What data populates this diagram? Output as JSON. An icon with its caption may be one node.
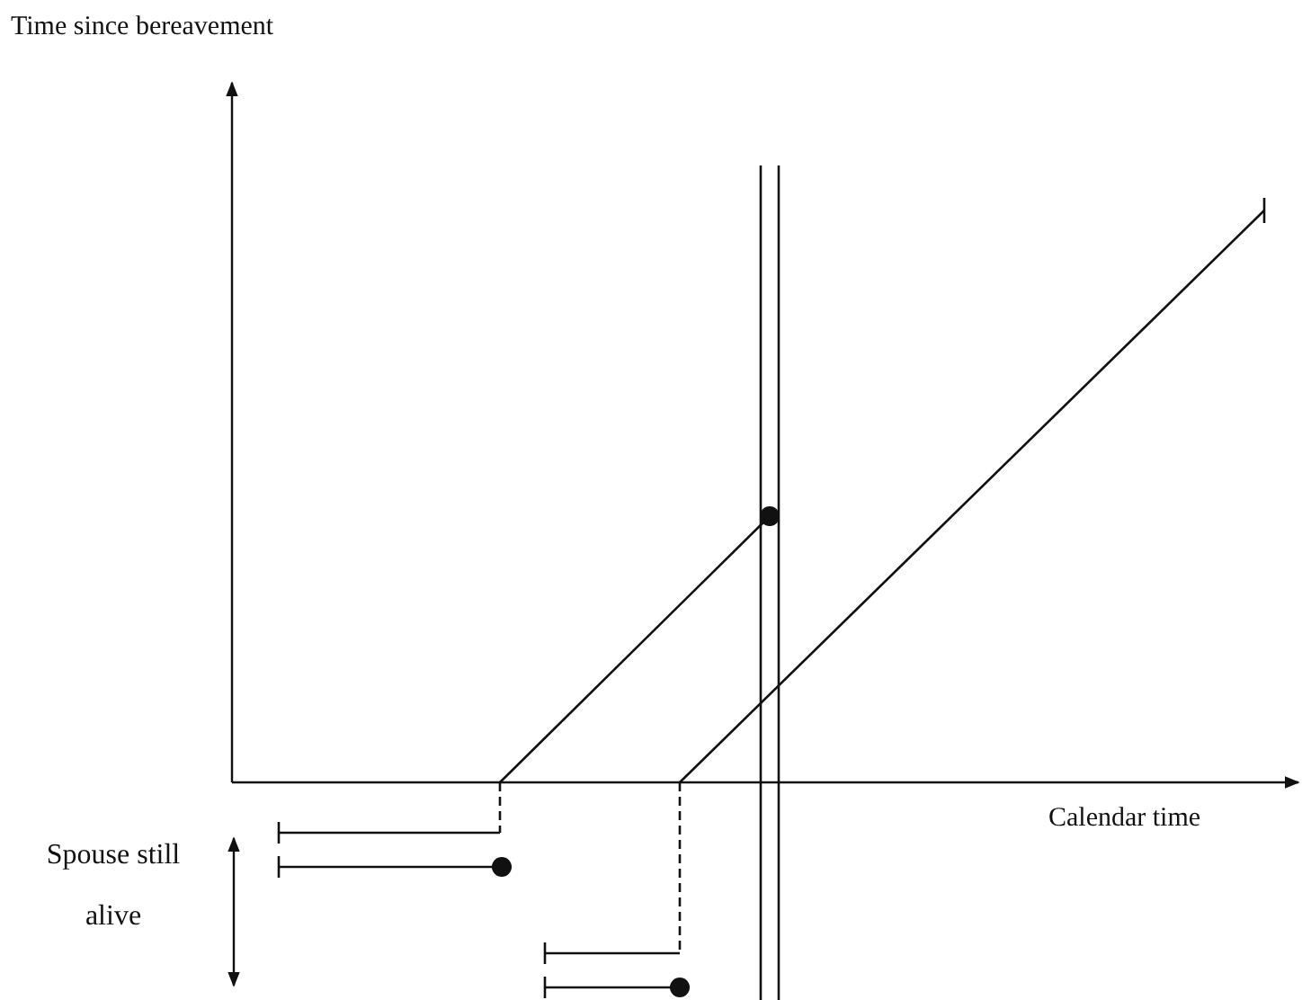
{
  "diagram": {
    "labels": [
      "Time since bereavement",
      "Calendar time",
      "Spouse still alive"
    ]
  }
}
